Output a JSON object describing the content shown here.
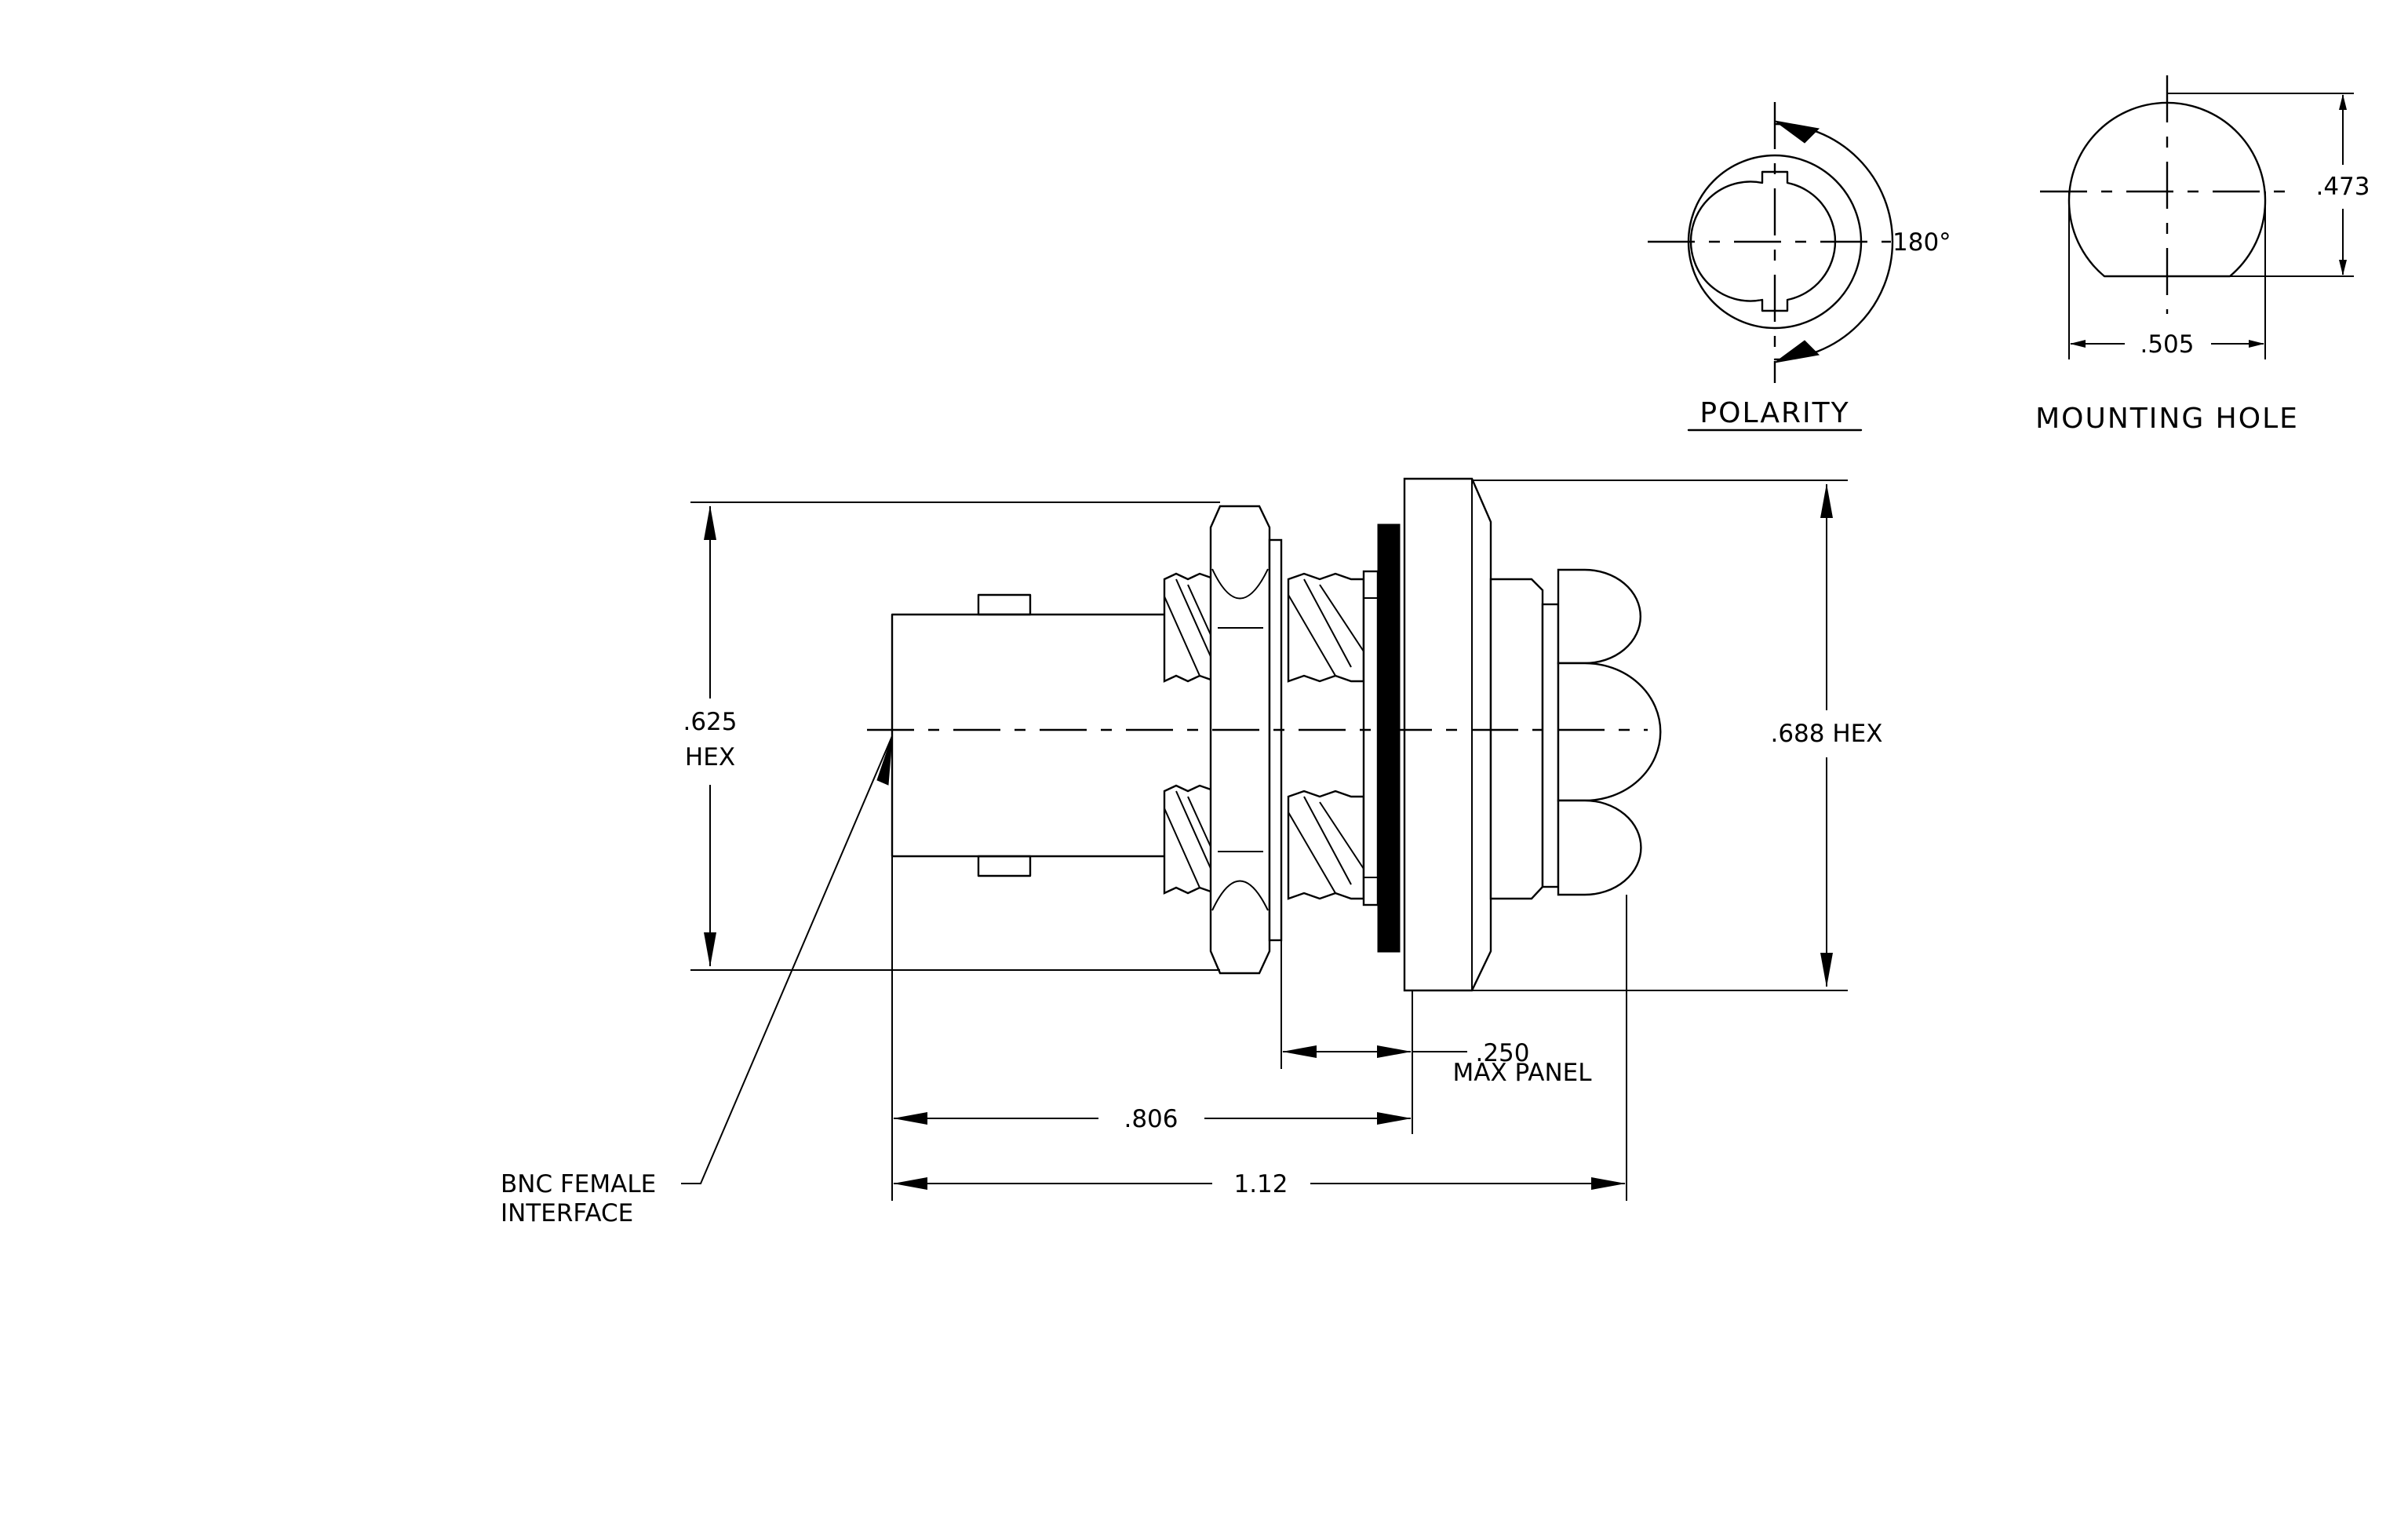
{
  "views": {
    "polarity": {
      "title": "POLARITY",
      "angle_label": "180°"
    },
    "mounting_hole": {
      "title": "MOUNTING HOLE",
      "height_label": ".473",
      "width_label": ".505"
    }
  },
  "dimensions": {
    "left_hex": {
      "value": ".625",
      "unit": "HEX"
    },
    "right_hex": ".688  HEX",
    "panel": {
      "value": ".250",
      "note": "MAX  PANEL"
    },
    "to_panel": ".806",
    "overall": "1.12"
  },
  "callout": {
    "line1": "BNC  FEMALE",
    "line2": "INTERFACE"
  },
  "colors": {
    "ink": "#000000",
    "paper": "#ffffff"
  }
}
